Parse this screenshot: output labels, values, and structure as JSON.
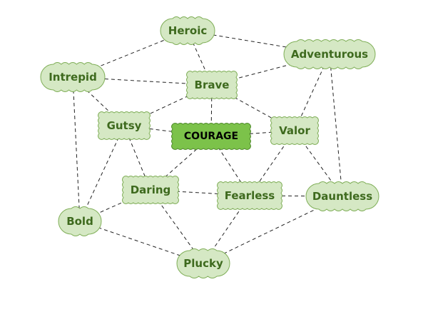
{
  "diagram": {
    "nodes": [
      {
        "id": "courage",
        "label": "COURAGE",
        "central": true
      },
      {
        "id": "heroic",
        "label": "Heroic"
      },
      {
        "id": "adventurous",
        "label": "Adventurous"
      },
      {
        "id": "intrepid",
        "label": "Intrepid"
      },
      {
        "id": "brave",
        "label": "Brave"
      },
      {
        "id": "gutsy",
        "label": "Gutsy"
      },
      {
        "id": "valor",
        "label": "Valor"
      },
      {
        "id": "daring",
        "label": "Daring"
      },
      {
        "id": "fearless",
        "label": "Fearless"
      },
      {
        "id": "dauntless",
        "label": "Dauntless"
      },
      {
        "id": "bold",
        "label": "Bold"
      },
      {
        "id": "plucky",
        "label": "Plucky"
      }
    ],
    "edges": [
      [
        "heroic",
        "intrepid"
      ],
      [
        "heroic",
        "brave"
      ],
      [
        "heroic",
        "adventurous"
      ],
      [
        "intrepid",
        "brave"
      ],
      [
        "intrepid",
        "gutsy"
      ],
      [
        "intrepid",
        "bold"
      ],
      [
        "adventurous",
        "brave"
      ],
      [
        "adventurous",
        "valor"
      ],
      [
        "adventurous",
        "dauntless"
      ],
      [
        "brave",
        "gutsy"
      ],
      [
        "brave",
        "courage"
      ],
      [
        "brave",
        "valor"
      ],
      [
        "gutsy",
        "courage"
      ],
      [
        "gutsy",
        "bold"
      ],
      [
        "gutsy",
        "daring"
      ],
      [
        "courage",
        "valor"
      ],
      [
        "courage",
        "daring"
      ],
      [
        "courage",
        "fearless"
      ],
      [
        "valor",
        "fearless"
      ],
      [
        "valor",
        "dauntless"
      ],
      [
        "daring",
        "fearless"
      ],
      [
        "daring",
        "bold"
      ],
      [
        "daring",
        "plucky"
      ],
      [
        "fearless",
        "dauntless"
      ],
      [
        "fearless",
        "plucky"
      ],
      [
        "bold",
        "plucky"
      ],
      [
        "dauntless",
        "plucky"
      ]
    ],
    "colors": {
      "node_fill": "#d5e8c4",
      "node_stroke": "#7fae57",
      "center_fill": "#7cc24a",
      "center_stroke": "#4f8a2b",
      "text": "#3e6a1e",
      "edge": "#222222"
    }
  }
}
